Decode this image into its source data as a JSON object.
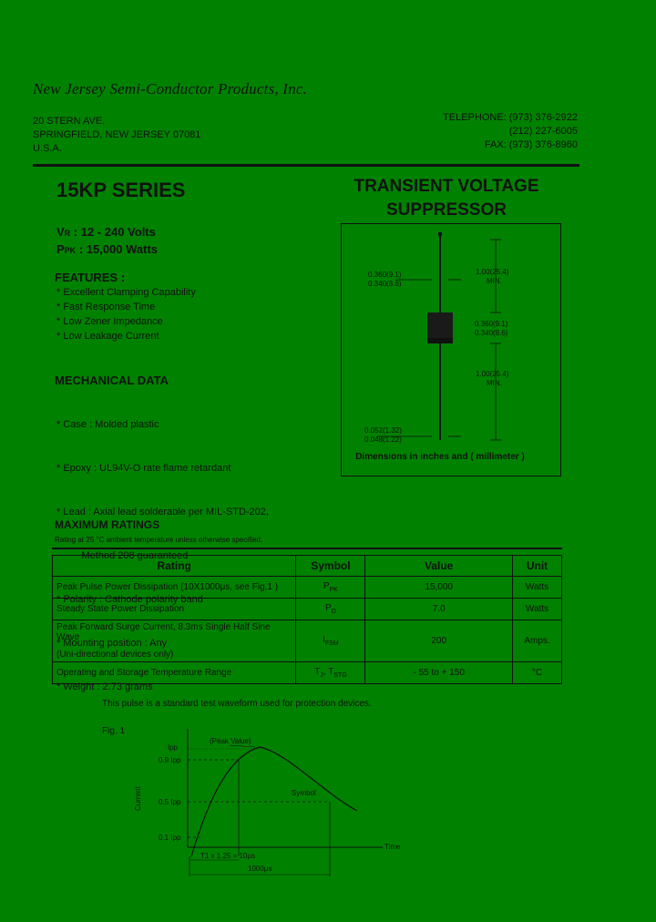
{
  "header": {
    "company": "New Jersey Semi-Conductor Products, Inc.",
    "address": [
      "20 STERN AVE.",
      "SPRINGFIELD, NEW JERSEY 07081",
      "U.S.A."
    ],
    "phones": [
      "TELEPHONE: (973) 376-2922",
      "(212) 227-6005",
      "FAX: (973) 376-8960"
    ]
  },
  "product": {
    "series": "15KP SERIES",
    "title_line1": "TRANSIENT VOLTAGE",
    "title_line2": "SUPPRESSOR",
    "vr_sym": "V",
    "vr_sub": "R",
    "vr_value": ": 12 - 240 Volts",
    "ppk_sym": "P",
    "ppk_sub": "PK",
    "ppk_value": ": 15,000 Watts"
  },
  "features": {
    "heading": "FEATURES :",
    "items": [
      "* Excellent Clamping Capability",
      "* Fast Response Time",
      "* Low Zener Impedance",
      "* Low Leakage Current"
    ]
  },
  "mechanical": {
    "heading": "MECHANICAL DATA",
    "items": [
      "*  Case : Molded plastic",
      "*  Epoxy : UL94V-O rate flame retardant",
      "*  Lead : Axial lead solderable per MIL-STD-202,",
      "         Method 208 guaranteed",
      "*  Polarity : Cathode polarity band",
      "*  Mounting  position : Any",
      "*  Weight :   2.73 grams"
    ]
  },
  "dimensions": {
    "lead_dia_top": "0.360(9.1)",
    "lead_dia_bot": "0.340(8.6)",
    "len_top": "1.00(25.4)",
    "len_top_min": "MIN.",
    "body_top": "0.360(9.1)",
    "body_bot": "0.340(8.6)",
    "len_bot": "1.00(25.4)",
    "len_bot_min": "MIN.",
    "wire_top": "0.052(1.32)",
    "wire_bot": "0.048(1.22)",
    "caption": "Dimensions in inches and ( millimeter )"
  },
  "ratings": {
    "heading": "MAXIMUM RATINGS",
    "note": "Rating at 25 °C ambient temperature unless otherwise specified.",
    "columns": [
      "Rating",
      "Symbol",
      "Value",
      "Unit"
    ],
    "rows": [
      {
        "rating": "Peak Pulse Power Dissipation (10X1000μs, see Fig.1 )",
        "sym": "P",
        "sub": "PK",
        "value": "15,000",
        "unit": "Watts"
      },
      {
        "rating": "Steady State Power Dissipation",
        "sym": "P",
        "sub": "D",
        "value": "7.0",
        "unit": "Watts"
      },
      {
        "rating": "Peak Forward Surge Current, 8.3ms Single Half Sine Wave",
        "rating2": "(Uni-directional devices only)",
        "sym": "I",
        "sub": "FSM",
        "value": "200",
        "unit": "Amps."
      },
      {
        "rating": "Operating and Storage Temperature Range",
        "sym": "T",
        "sub": "J",
        "sym2": ", T",
        "sub2": "STG",
        "value": "- 55 to + 150",
        "unit": "°C"
      }
    ]
  },
  "figure": {
    "note": "This pulse is a standard test waveform used for protection devices.",
    "label": "Fig. 1",
    "peak_label": "(Peak Value)",
    "y_axis": "Current",
    "x_axis": "Time",
    "y_ticks": [
      "Ipp",
      "0.9 Ipp",
      "0.5 Ipp",
      "0.1 Ipp"
    ],
    "symbol": "Symbol",
    "t1": "T1 x 1.25 = 10μs",
    "t2": "1000μs"
  }
}
